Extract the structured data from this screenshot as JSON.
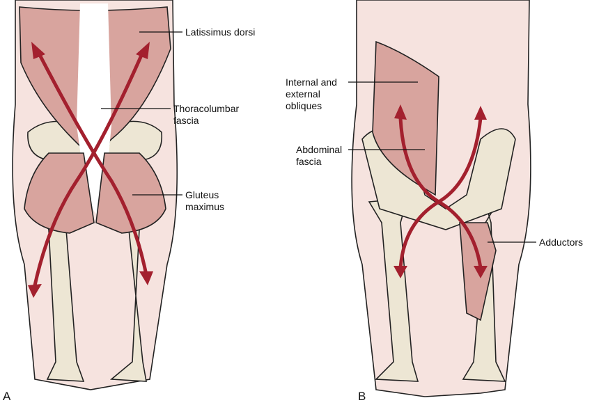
{
  "panels": {
    "a": "A",
    "b": "B"
  },
  "labels": {
    "latissimus": "Latissimus dorsi",
    "thoracolumbar": "Thoracolumbar\nfascia",
    "gluteus": "Gluteus\nmaximus",
    "obliques": "Internal and\nexternal\nobliques",
    "abdominal": "Abdominal\nfascia",
    "adductors": "Adductors"
  },
  "colors": {
    "skin": "#f6e3df",
    "muscle": "#d8a49e",
    "bone": "#ede6d4",
    "arrow": "#a3202e",
    "outline": "#222222"
  }
}
